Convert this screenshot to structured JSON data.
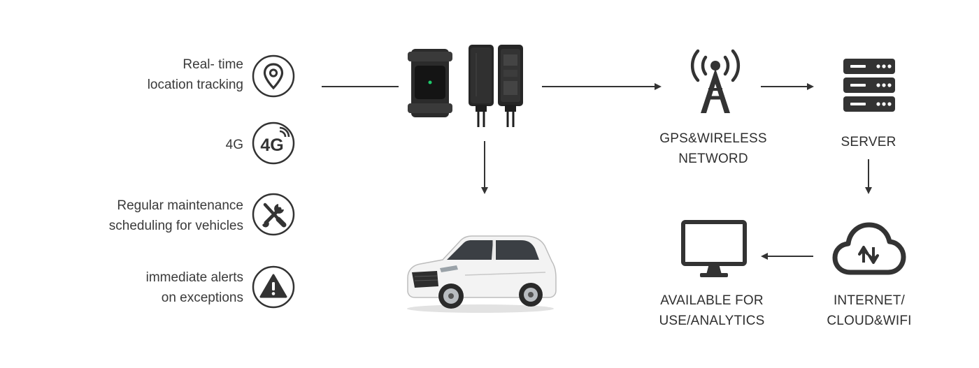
{
  "features": [
    {
      "lines": [
        "Real- time",
        "location tracking"
      ],
      "icon": "location-pin-icon"
    },
    {
      "lines": [
        "4G"
      ],
      "icon": "4g-signal-icon",
      "badge": "4G"
    },
    {
      "lines": [
        "Regular maintenance",
        "scheduling  for vehicles"
      ],
      "icon": "wrench-screwdriver-icon"
    },
    {
      "lines": [
        "immediate alerts",
        "on exceptions"
      ],
      "icon": "warning-triangle-icon"
    }
  ],
  "nodes": {
    "network": {
      "lines": [
        "GPS&WIRELESS",
        "NETWORD"
      ],
      "icon": "antenna-tower-icon"
    },
    "server": {
      "lines": [
        "SERVER"
      ],
      "icon": "server-rack-icon"
    },
    "cloud": {
      "lines": [
        "INTERNET/",
        "CLOUD&WIFI"
      ],
      "icon": "cloud-upload-download-icon"
    },
    "analytics": {
      "lines": [
        "AVAILABLE FOR",
        "USE/ANALYTICS"
      ],
      "icon": "monitor-icon"
    }
  },
  "colors": {
    "ink": "#333333",
    "led": "#1ec96b",
    "device": "#2b2b2b"
  }
}
